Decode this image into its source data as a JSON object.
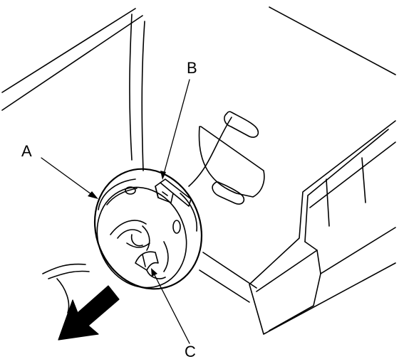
{
  "diagram": {
    "callouts": {
      "a": "A",
      "b": "B",
      "c": "C"
    },
    "direction_arrow_icon": "arrow-down-left-icon",
    "colors": {
      "line": "#000000",
      "background": "#ffffff"
    }
  }
}
